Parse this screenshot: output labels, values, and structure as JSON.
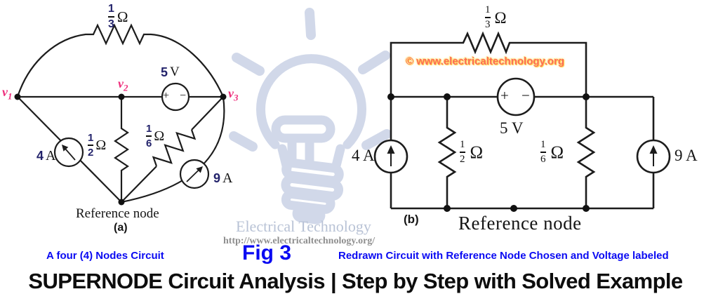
{
  "title": "SUPERNODE Circuit Analysis | Step by Step with Solved Example",
  "fig_label": "Fig 3",
  "watermark": {
    "brand": "Electrical Technology",
    "url": "http://www.electricaltechnology.org/"
  },
  "circuit_a": {
    "caption": "A four (4) Nodes Circuit",
    "panel_label": "(a)",
    "reference_label": "Reference node",
    "nodes": {
      "v1": {
        "base": "v",
        "sub": "1"
      },
      "v2": {
        "base": "v",
        "sub": "2"
      },
      "v3": {
        "base": "v",
        "sub": "3"
      }
    },
    "resistor_top": {
      "num": "1",
      "den": "3",
      "unit": "Ω"
    },
    "resistor_mid": {
      "num": "1",
      "den": "2",
      "unit": "Ω"
    },
    "resistor_diag": {
      "num": "1",
      "den": "6",
      "unit": "Ω"
    },
    "voltage_source": {
      "value": "5",
      "unit": "V",
      "plus": "+",
      "minus": "−"
    },
    "current_source_left": {
      "value": "4",
      "unit": "A"
    },
    "current_source_right": {
      "value": "9",
      "unit": "A"
    }
  },
  "circuit_b": {
    "caption": "Redrawn Circuit with Reference Node Chosen and Voltage labeled",
    "panel_label": "(b)",
    "reference_label": "Reference node",
    "copyright": "© www.electricaltechnology.org",
    "resistor_top": {
      "num": "1",
      "den": "3",
      "unit": "Ω"
    },
    "resistor_left": {
      "num": "1",
      "den": "2",
      "unit": "Ω"
    },
    "resistor_right": {
      "num": "1",
      "den": "6",
      "unit": "Ω"
    },
    "voltage_source": {
      "label": "5 V",
      "plus": "+",
      "minus": "−"
    },
    "current_source_left": "4 A",
    "current_source_right": "9 A"
  },
  "colors": {
    "wire": "#1c1c1c",
    "caption_blue": "#0a0af2",
    "node_pink": "#ee2f7c",
    "number_navy": "#23236b",
    "copyright_orange": "#fc6e56",
    "copyright_glow": "#ffd24d",
    "watermark_sketch": "#c9d2e6",
    "watermark_text": "#b9c3d6",
    "watermark_url": "#8f8f8f"
  }
}
